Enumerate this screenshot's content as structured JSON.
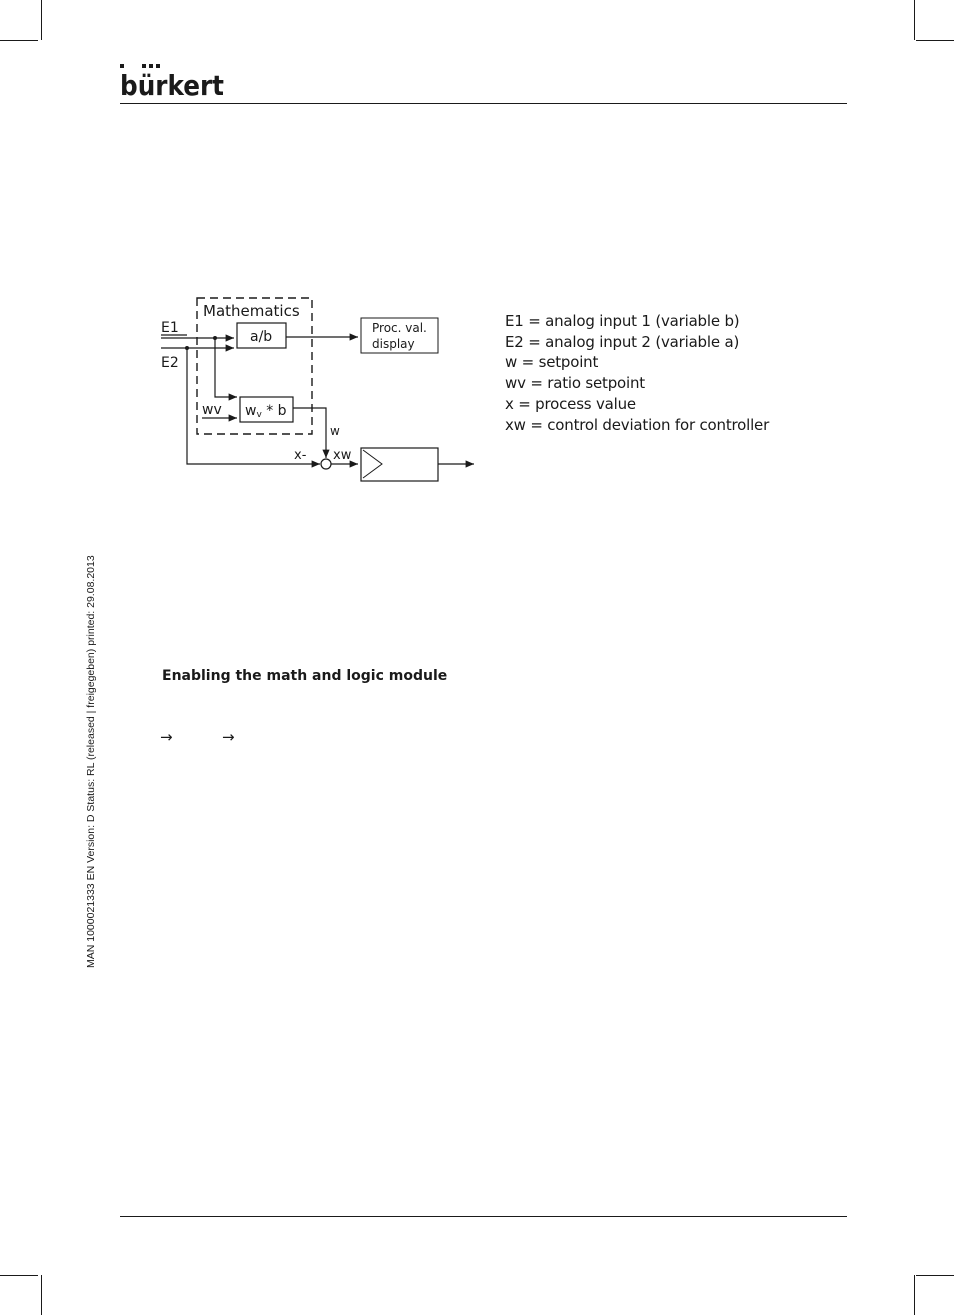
{
  "header": {
    "brand": "bürkert"
  },
  "diagram": {
    "block_title": "Mathematics",
    "input_e1": "E1",
    "input_e2": "E2",
    "input_wv": "wv",
    "block_ratio": "a/b",
    "block_product_main": "w",
    "block_product_sub": "v",
    "block_product_tail": " * b",
    "display_line1": "Proc. val.",
    "display_line2": "display",
    "signal_w": "w",
    "signal_x": "x-",
    "signal_xw": "xw"
  },
  "legend": [
    "E1  = analog input 1 (variable b)",
    "E2 = analog input 2 (variable a)",
    "w = setpoint",
    "wv = ratio setpoint",
    "x = process value",
    "xw = control deviation for controller"
  ],
  "section": {
    "heading": "Enabling the math and logic module",
    "arrow1": "→",
    "arrow2": "→"
  },
  "footer_margin": {
    "doc_info": "MAN  1000021333  EN  Version: D  Status: RL (released | freigegeben)  printed: 29.08.2013"
  }
}
